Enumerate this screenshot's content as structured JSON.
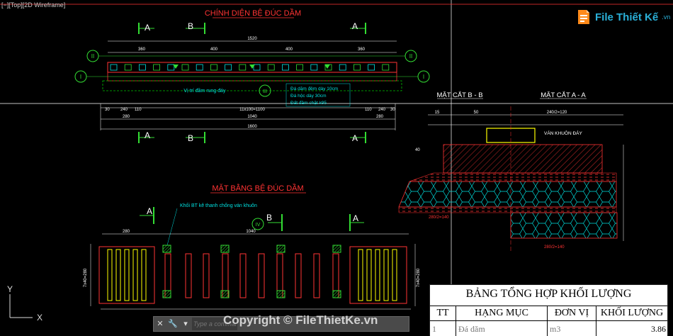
{
  "viewport": {
    "label": "[−][Top][2D Wireframe]"
  },
  "logo": {
    "name": "File Thiết Kế",
    "domain": ".vn"
  },
  "front_view": {
    "title": "CHÍNH DIỆN BỆ ĐÚC DẦM",
    "section_labels": [
      "A",
      "B",
      "A"
    ],
    "roman_left_top": "II",
    "roman_left_bottom": "I",
    "roman_right_top": "II",
    "roman_right_bottom": "I",
    "roman_mid": "III",
    "dim_total_top": "1520",
    "dim_segments_top": [
      "360",
      "400",
      "400",
      "360"
    ],
    "note_vibrator": "Vị trí đầm rung đáy",
    "notes": [
      "Đá dăm đệm dày 10cm",
      "Đá hộc dày 30cm",
      "Đất đầm chặt k95"
    ],
    "dim_bottom_segments": [
      "30",
      "240",
      "110",
      "11x100=1100",
      "110",
      "240",
      "30"
    ],
    "dim_bottom_mid": [
      "280",
      "1040",
      "280"
    ],
    "dim_bottom_total": "1600"
  },
  "section_views": {
    "title_bb": "MẶT CẮT B - B",
    "title_aa": "MẶT CẮT A - A",
    "dims_top": [
      "15",
      "50",
      "240/2=120"
    ],
    "label_formwork": "VÁN KHUÔN ĐÁY",
    "dim_left": "40",
    "dims_bottom_left": "280/2=140",
    "dims_bottom_right": "280/2=140"
  },
  "plan_view": {
    "title": "MẶT BẰNG BỆ ĐÚC DẦM",
    "section_labels": [
      "A",
      "B",
      "A"
    ],
    "roman": "IV",
    "note_block": "Khối BT kê thanh chống ván khuôn",
    "dim_left": "280",
    "dim_mid": "1040",
    "side_dim": "7x40=280"
  },
  "summary_table": {
    "title": "BẢNG TỔNG HỢP KHỐI LƯỢNG",
    "headers": [
      "TT",
      "HẠNG MỤC",
      "ĐƠN VỊ",
      "KHỐI LƯỢNG"
    ],
    "row": [
      "1",
      "Đá dăm",
      "m3",
      "3.86"
    ]
  },
  "command_line": {
    "placeholder": "Type a command"
  },
  "watermark": "Copyright © FileThietKe.vn",
  "ucs": {
    "y": "Y",
    "x": "X"
  },
  "colors": {
    "background": "#000000",
    "primary": "#ff3333",
    "green": "#33dd33",
    "cyan": "#00e0e0",
    "yellow": "#ffff00",
    "white": "#ffffff"
  }
}
